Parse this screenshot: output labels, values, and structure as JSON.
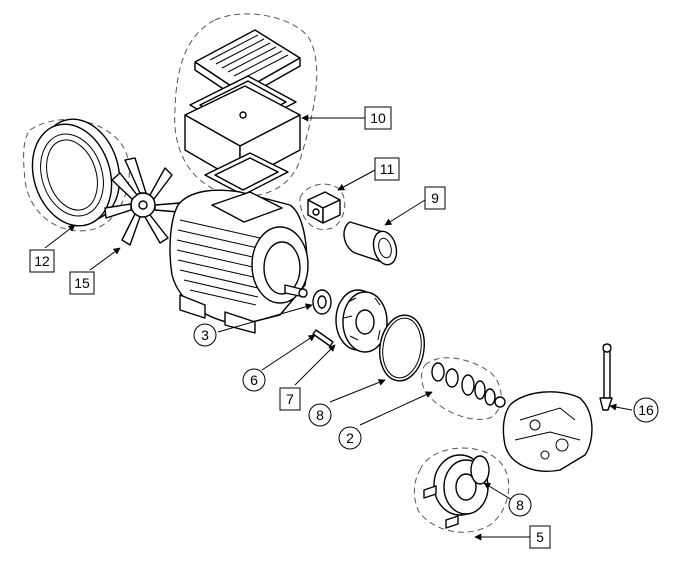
{
  "callouts": {
    "c10": "10",
    "c11": "11",
    "c9": "9",
    "c12": "12",
    "c15": "15",
    "c3": "3",
    "c6": "6",
    "c7": "7",
    "c8a": "8",
    "c2": "2",
    "c16": "16",
    "c8b": "8",
    "c5": "5"
  },
  "colors": {
    "line": "#000000",
    "dash": "#555555",
    "paper": "#ffffff"
  }
}
